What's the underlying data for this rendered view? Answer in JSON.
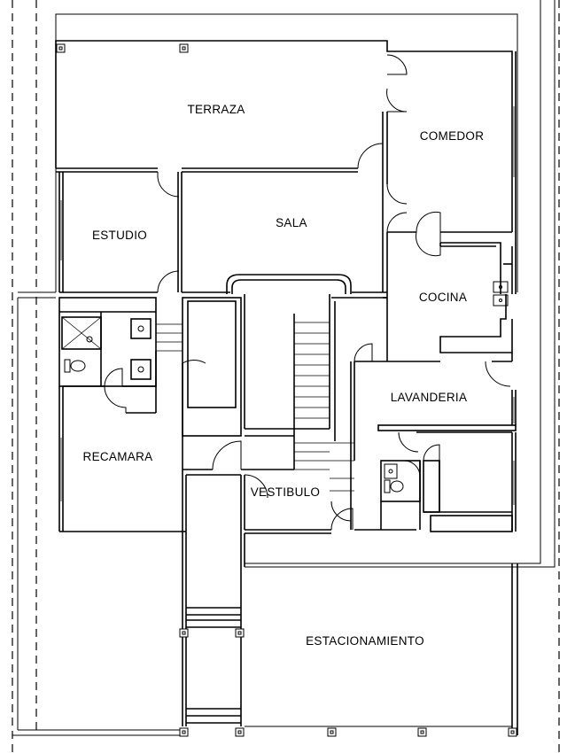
{
  "rooms": {
    "terraza": "TERRAZA",
    "comedor": "COMEDOR",
    "estudio": "ESTUDIO",
    "sala": "SALA",
    "cocina": "COCINA",
    "lavanderia": "LAVANDERIA",
    "recamara": "RECAMARA",
    "vestibulo": "VESTIBULO",
    "estacionamiento": "ESTACIONAMIENTO"
  }
}
